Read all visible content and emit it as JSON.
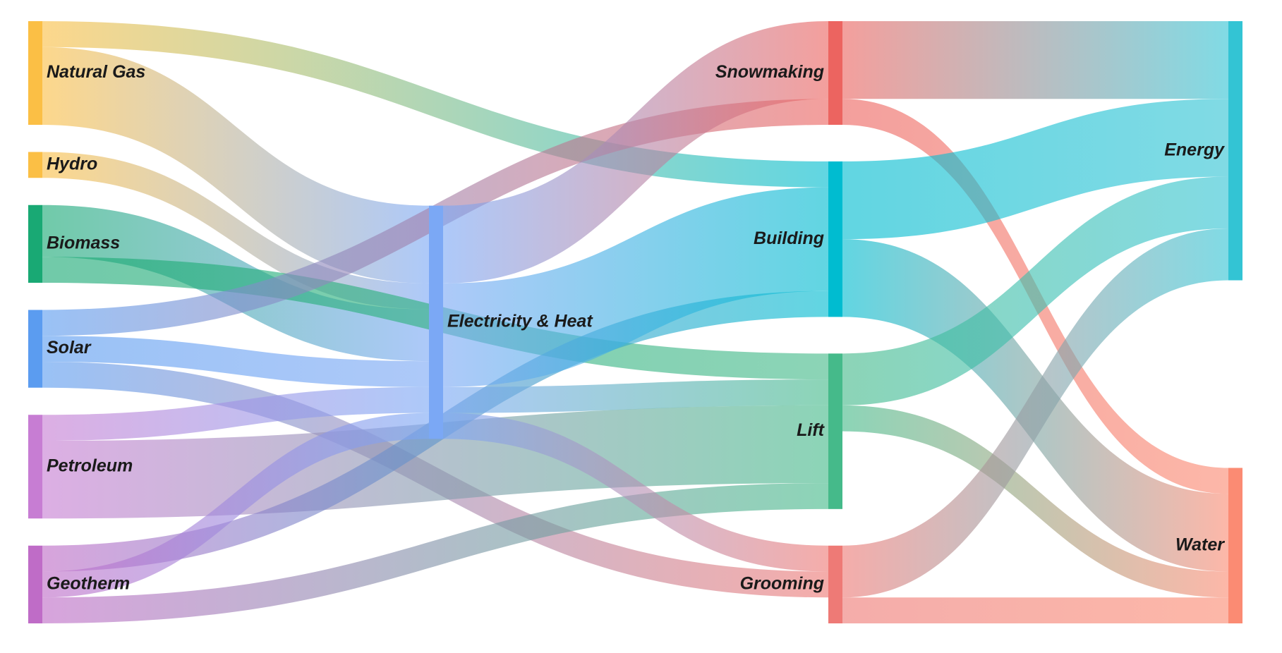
{
  "chart_data": {
    "type": "sankey",
    "title": "",
    "nodes": [
      {
        "id": "natural_gas",
        "label": "Natural Gas",
        "column": 0,
        "color": "#FBBF45"
      },
      {
        "id": "hydro",
        "label": "Hydro",
        "column": 0,
        "color": "#FBBF45"
      },
      {
        "id": "biomass",
        "label": "Biomass",
        "column": 0,
        "color": "#19A974"
      },
      {
        "id": "solar",
        "label": "Solar",
        "column": 0,
        "color": "#5B9CF0"
      },
      {
        "id": "petroleum",
        "label": "Petroleum",
        "column": 0,
        "color": "#C77DD3"
      },
      {
        "id": "geotherm",
        "label": "Geotherm",
        "column": 0,
        "color": "#BF6CC7"
      },
      {
        "id": "elec_heat",
        "label": "Electricity & Heat",
        "column": 1,
        "color": "#7BA8F5"
      },
      {
        "id": "snowmaking",
        "label": "Snowmaking",
        "column": 2,
        "color": "#EC6460"
      },
      {
        "id": "building",
        "label": "Building",
        "column": 2,
        "color": "#00BCD0"
      },
      {
        "id": "lift",
        "label": "Lift",
        "column": 2,
        "color": "#45BA8A"
      },
      {
        "id": "grooming",
        "label": "Grooming",
        "column": 2,
        "color": "#EE7A76"
      },
      {
        "id": "energy",
        "label": "Energy",
        "column": 3,
        "color": "#33C4D4"
      },
      {
        "id": "water",
        "label": "Water",
        "column": 3,
        "color": "#FB8B73"
      }
    ],
    "links": [
      {
        "source": "natural_gas",
        "target": "elec_heat",
        "value": 3
      },
      {
        "source": "natural_gas",
        "target": "building",
        "value": 1
      },
      {
        "source": "hydro",
        "target": "elec_heat",
        "value": 1
      },
      {
        "source": "biomass",
        "target": "elec_heat",
        "value": 2
      },
      {
        "source": "biomass",
        "target": "lift",
        "value": 1
      },
      {
        "source": "solar",
        "target": "snowmaking",
        "value": 1
      },
      {
        "source": "solar",
        "target": "elec_heat",
        "value": 1
      },
      {
        "source": "solar",
        "target": "grooming",
        "value": 1
      },
      {
        "source": "petroleum",
        "target": "elec_heat",
        "value": 1
      },
      {
        "source": "petroleum",
        "target": "lift",
        "value": 3
      },
      {
        "source": "geotherm",
        "target": "building",
        "value": 1
      },
      {
        "source": "geotherm",
        "target": "lift",
        "value": 1
      },
      {
        "source": "geotherm",
        "target": "elec_heat",
        "value": 1
      },
      {
        "source": "elec_heat",
        "target": "snowmaking",
        "value": 3
      },
      {
        "source": "elec_heat",
        "target": "building",
        "value": 4
      },
      {
        "source": "elec_heat",
        "target": "lift",
        "value": 1
      },
      {
        "source": "elec_heat",
        "target": "grooming",
        "value": 1
      },
      {
        "source": "snowmaking",
        "target": "energy",
        "value": 3
      },
      {
        "source": "snowmaking",
        "target": "water",
        "value": 1
      },
      {
        "source": "building",
        "target": "energy",
        "value": 3
      },
      {
        "source": "building",
        "target": "water",
        "value": 3
      },
      {
        "source": "lift",
        "target": "energy",
        "value": 2
      },
      {
        "source": "lift",
        "target": "water",
        "value": 1
      },
      {
        "source": "grooming",
        "target": "energy",
        "value": 2
      },
      {
        "source": "grooming",
        "target": "water",
        "value": 1
      }
    ],
    "link_opacity": 0.62
  }
}
